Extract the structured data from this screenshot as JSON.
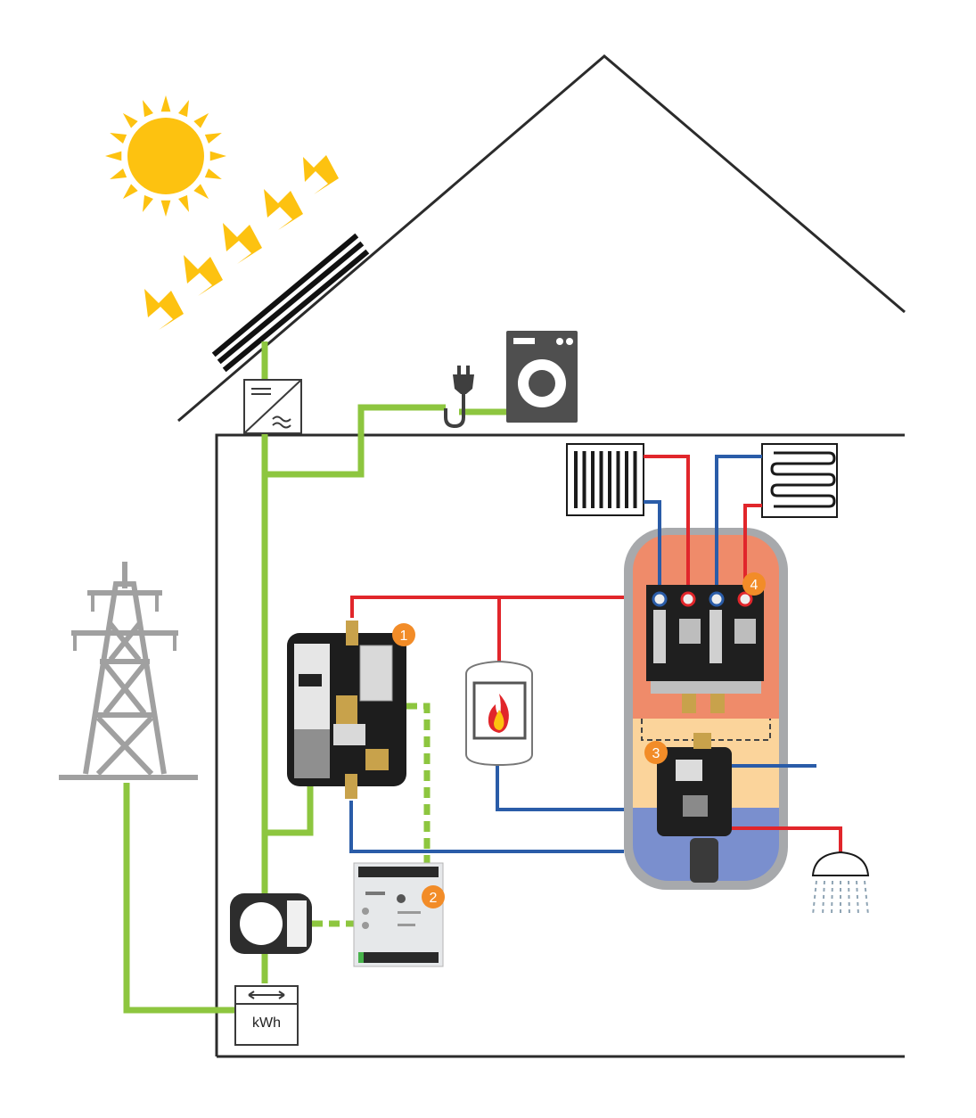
{
  "labels": {
    "meter": "kWh",
    "marker_1": "1",
    "marker_2": "2",
    "marker_3": "3",
    "marker_4": "4"
  },
  "colors": {
    "green_line": "#8dc63f",
    "hot_pipe": "#e1262b",
    "cold_pipe": "#2a5ca8",
    "sun": "#fdc210",
    "marker": "#f28c28",
    "tank_hot": "#ef8b6a",
    "tank_warm": "#fbd49b",
    "tank_cold": "#7a8fce",
    "pylon": "#a0a0a0",
    "washer": "#4f4f4f"
  },
  "icons": [
    "sun-icon",
    "pv-panel-icon",
    "inverter-icon",
    "plug-icon",
    "washing-machine-icon",
    "radiator-icon",
    "floor-heating-icon",
    "boiler-icon",
    "pylon-icon",
    "current-clamp-icon",
    "controller-module-icon",
    "shower-icon",
    "meter-icon"
  ]
}
